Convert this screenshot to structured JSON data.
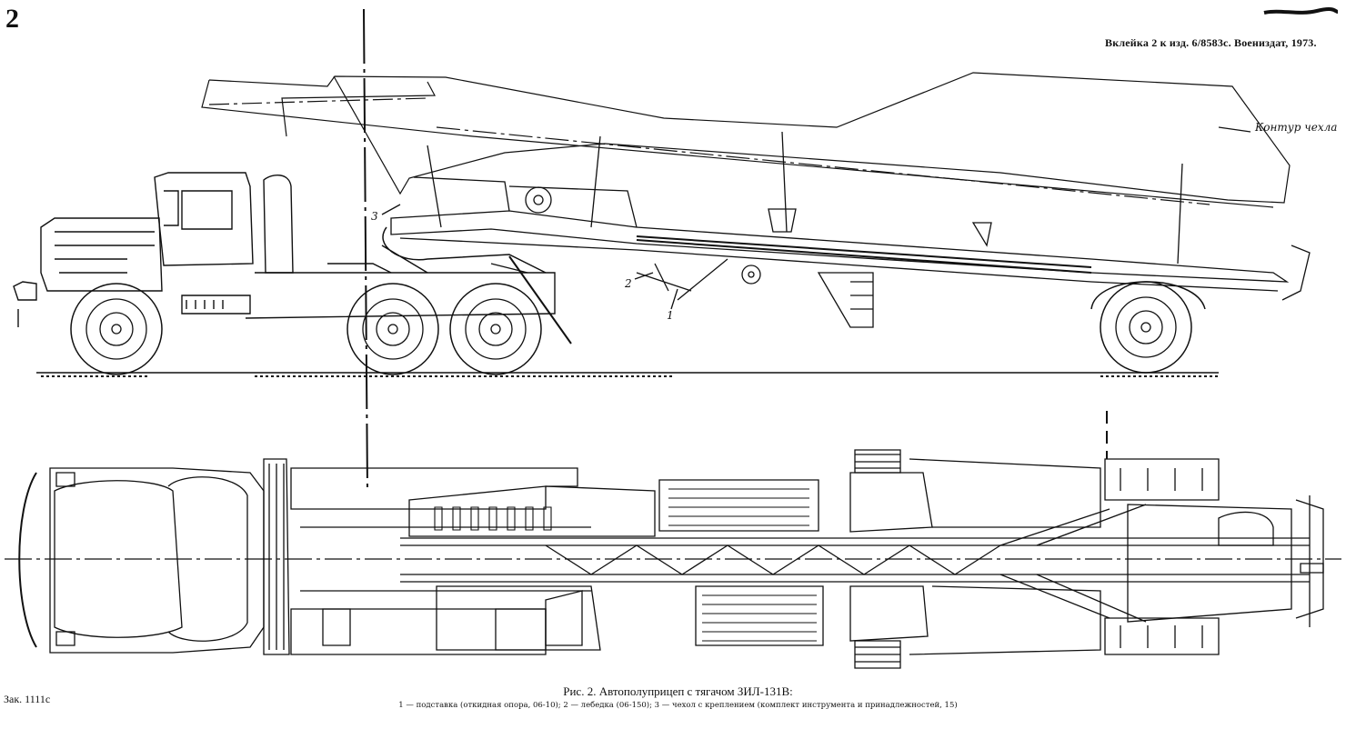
{
  "header": {
    "page_number": "2",
    "insert_note": "Вклейка 2 к изд. 6/8583с. Воениздат, 1973."
  },
  "callouts": {
    "cover_outline": "Контур чехла",
    "item_1": "1",
    "item_2": "2",
    "item_3": "3"
  },
  "footer": {
    "order_number": "Зак. 1111с",
    "caption_title": "Рис. 2. Автополуприцеп с тягачом ЗИЛ-131В:",
    "caption_legend": "1 — подставка (откидная опора, 06-10); 2 — лебедка (06-150); 3 — чехол с креплением (комплект инструмента и принадлежностей, 15)"
  }
}
